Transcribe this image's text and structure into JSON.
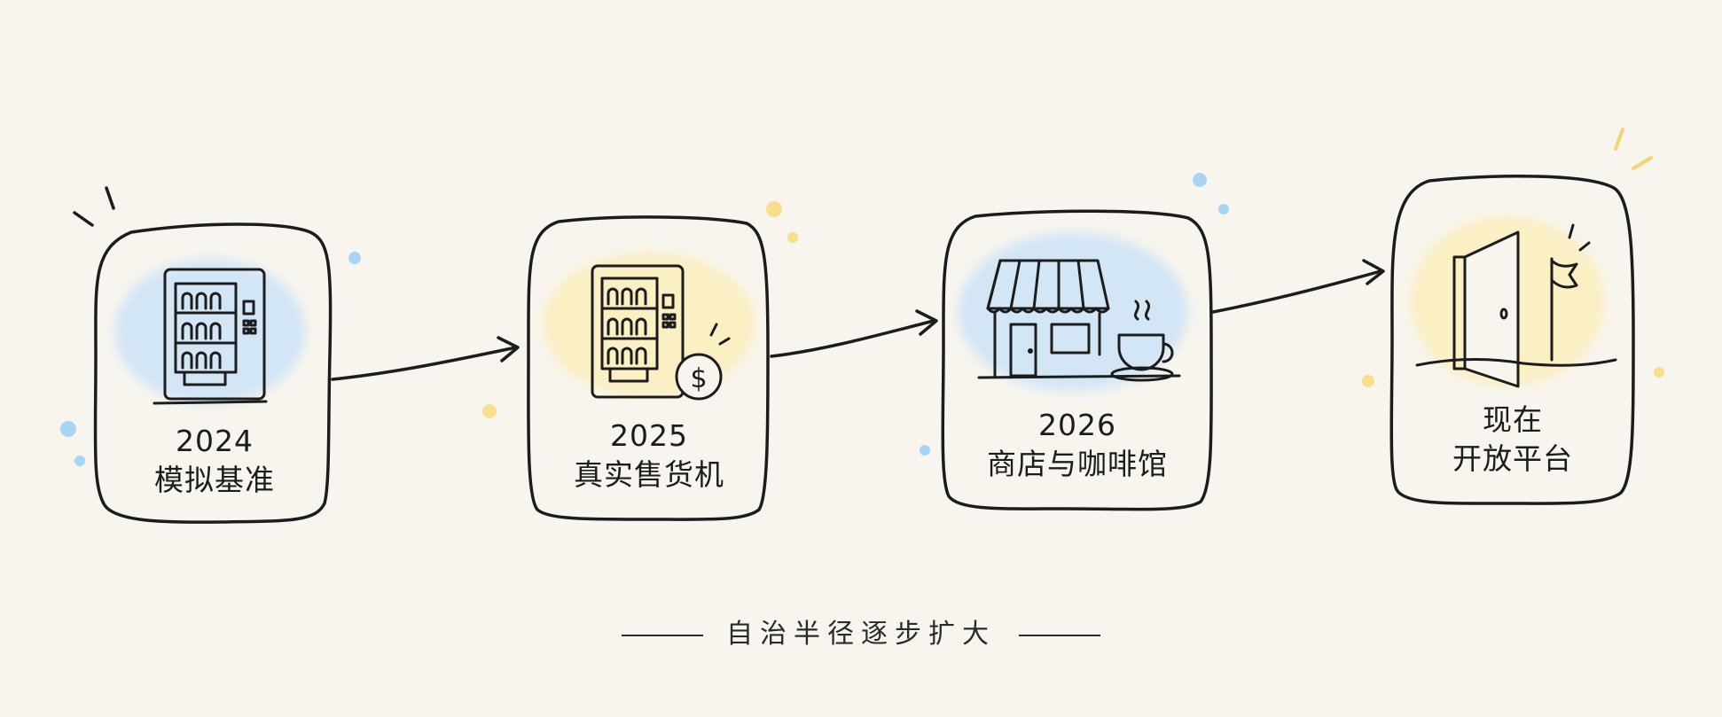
{
  "colors": {
    "background": "#f8f5ee",
    "ink": "#1c1c1c",
    "blue_wash": "#d3e6f6",
    "yellow_wash": "#fbefc4",
    "dot_blue": "#a9d5f5",
    "dot_yellow": "#f7df8f"
  },
  "stages": [
    {
      "year": "2024",
      "label": "模拟基准",
      "icon": "vending-machine-icon"
    },
    {
      "year": "2025",
      "label": "真实售货机",
      "icon": "vending-machine-coin-icon"
    },
    {
      "year": "2026",
      "label": "商店与咖啡馆",
      "icon": "storefront-coffee-icon"
    },
    {
      "year": "现在",
      "label": "开放平台",
      "icon": "open-door-flag-icon"
    }
  ],
  "caption": "自治半径逐步扩大"
}
